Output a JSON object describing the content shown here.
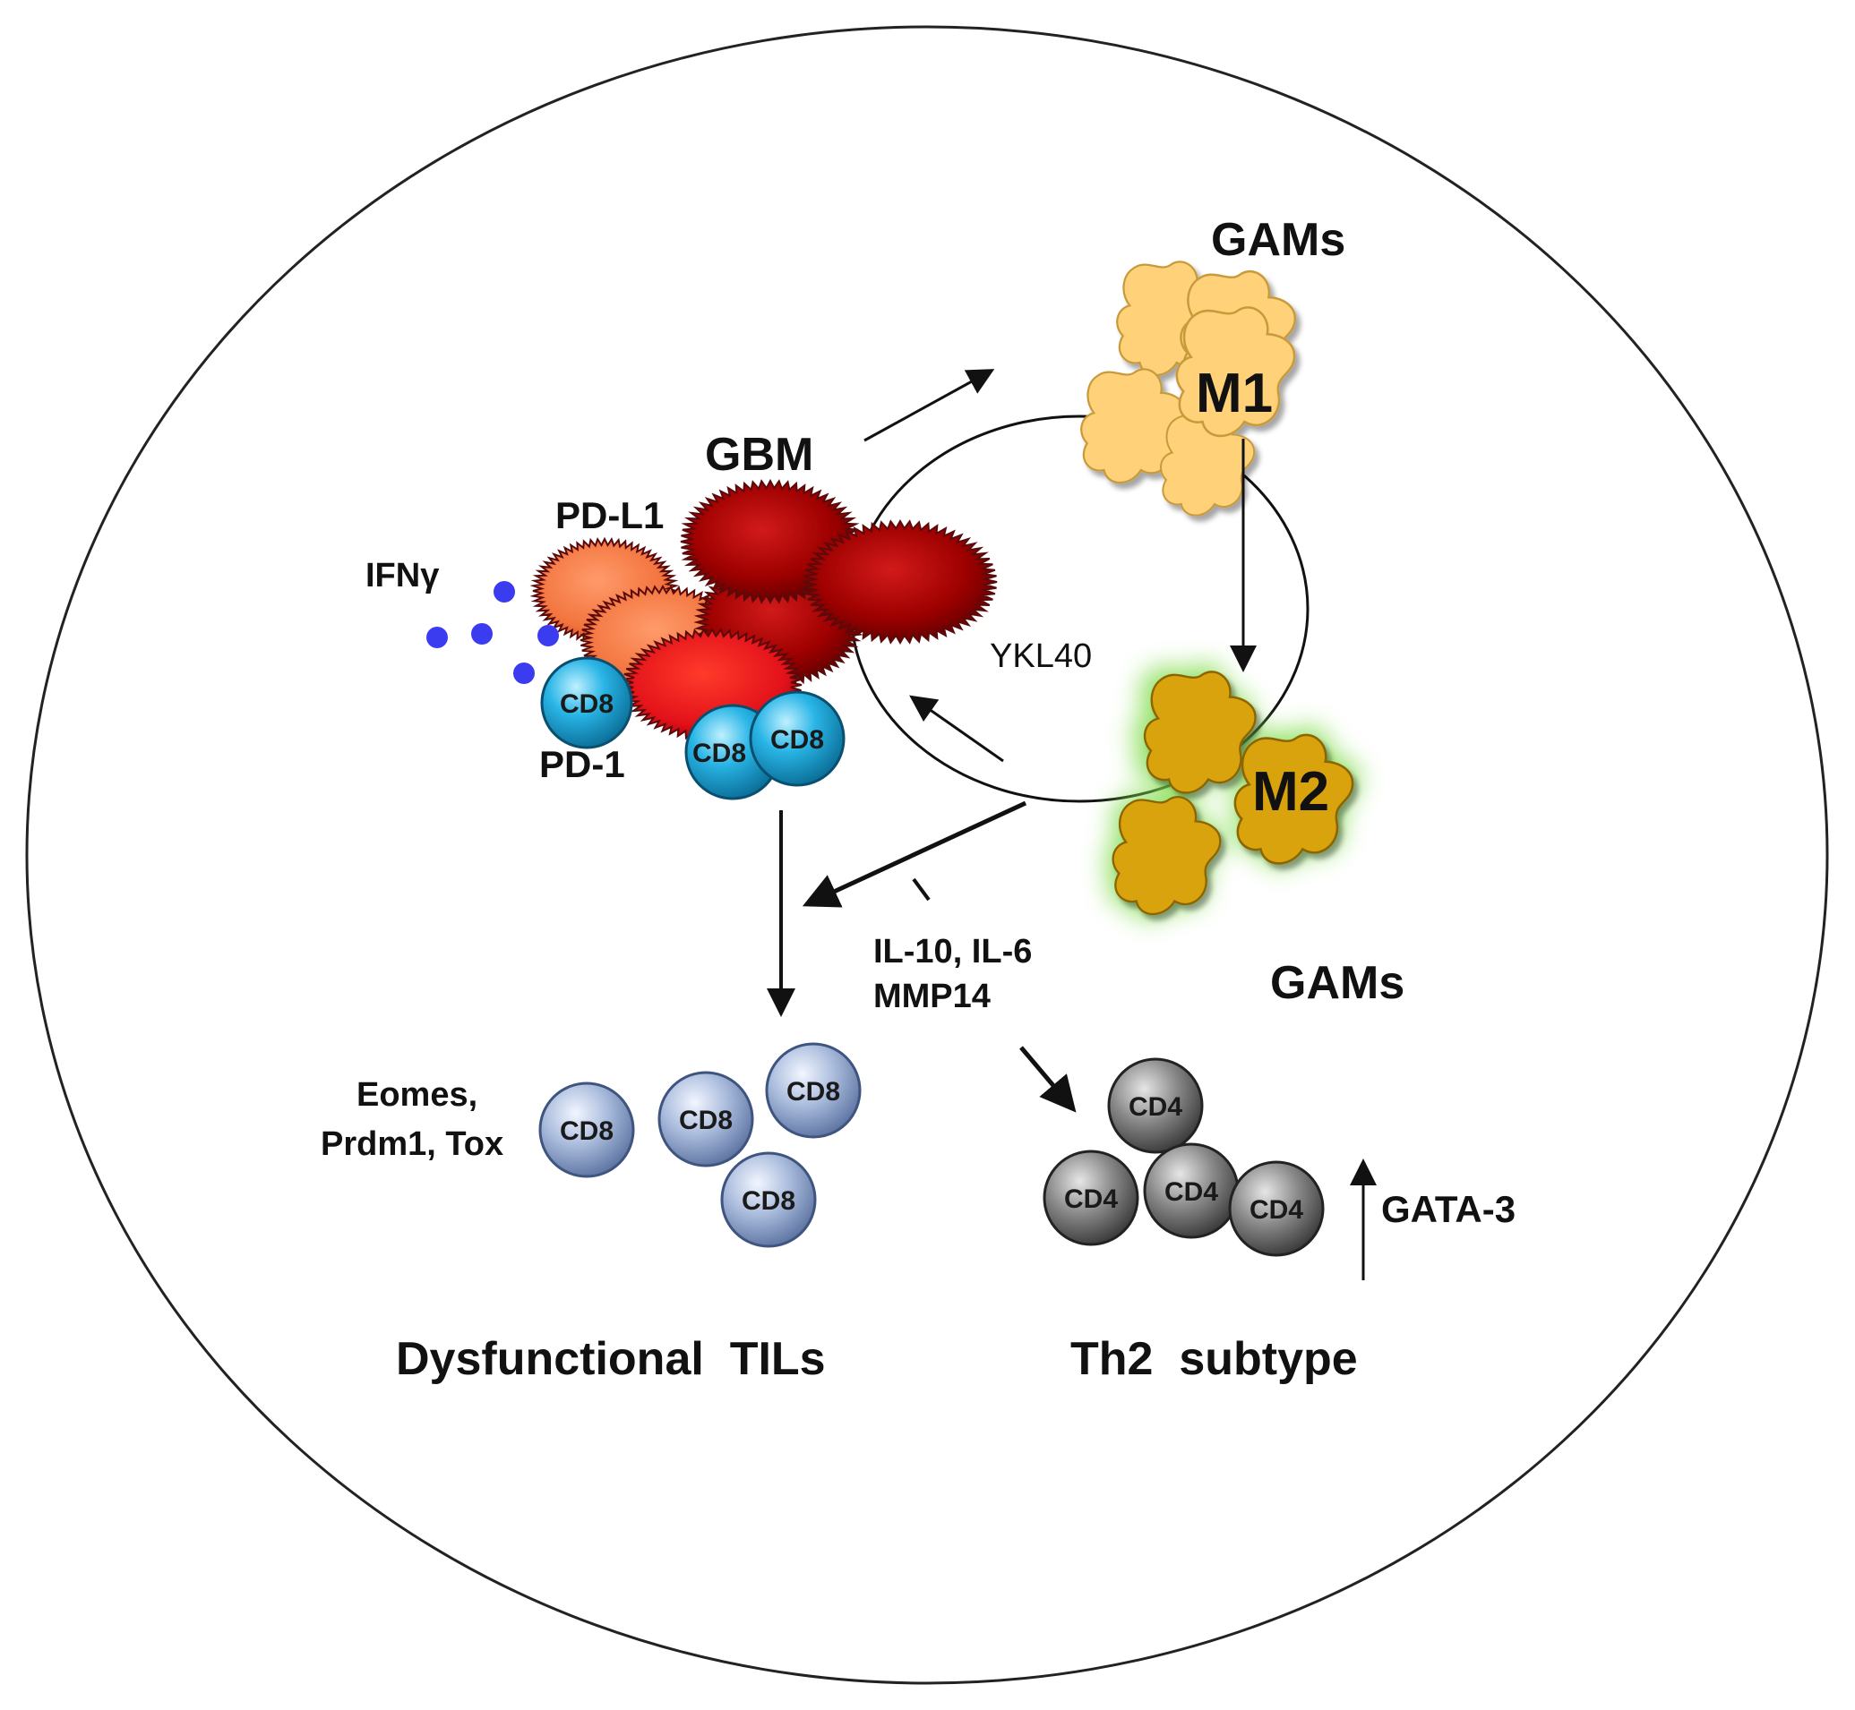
{
  "labels": {
    "gams_top": "GAMs",
    "m1": "M1",
    "gbm": "GBM",
    "pd_l1": "PD-L1",
    "ifng": "IFNγ",
    "ykl40": "YKL40",
    "pd_1": "PD-1",
    "m2": "M2",
    "gams_bottom": "GAMs",
    "cytokines_line1": "IL-10, IL-6",
    "cytokines_line2": "MMP14",
    "eomes_line1": "Eomes,",
    "eomes_line2": "Prdm1, Tox",
    "gata3": "GATA-3",
    "dysfunctional_tils": "Dysfunctional  TILs",
    "th2_subtype": "Th2  subtype"
  },
  "cells": {
    "cd8_label": "CD8",
    "cd4_label": "CD4"
  },
  "colors": {
    "tumor_dark": "#8b0000",
    "tumor_orange": "#f26b3a",
    "cd8_active": "#1ea7d8",
    "cd8_dysfunctional": "#9fb3d6",
    "cd4": "#7a7a7a",
    "m1_macrophage": "#ffd27a",
    "m2_macrophage": "#d9a30a",
    "m2_glow": "#7fdc4a",
    "ifng_dot": "#3b3bf0"
  }
}
